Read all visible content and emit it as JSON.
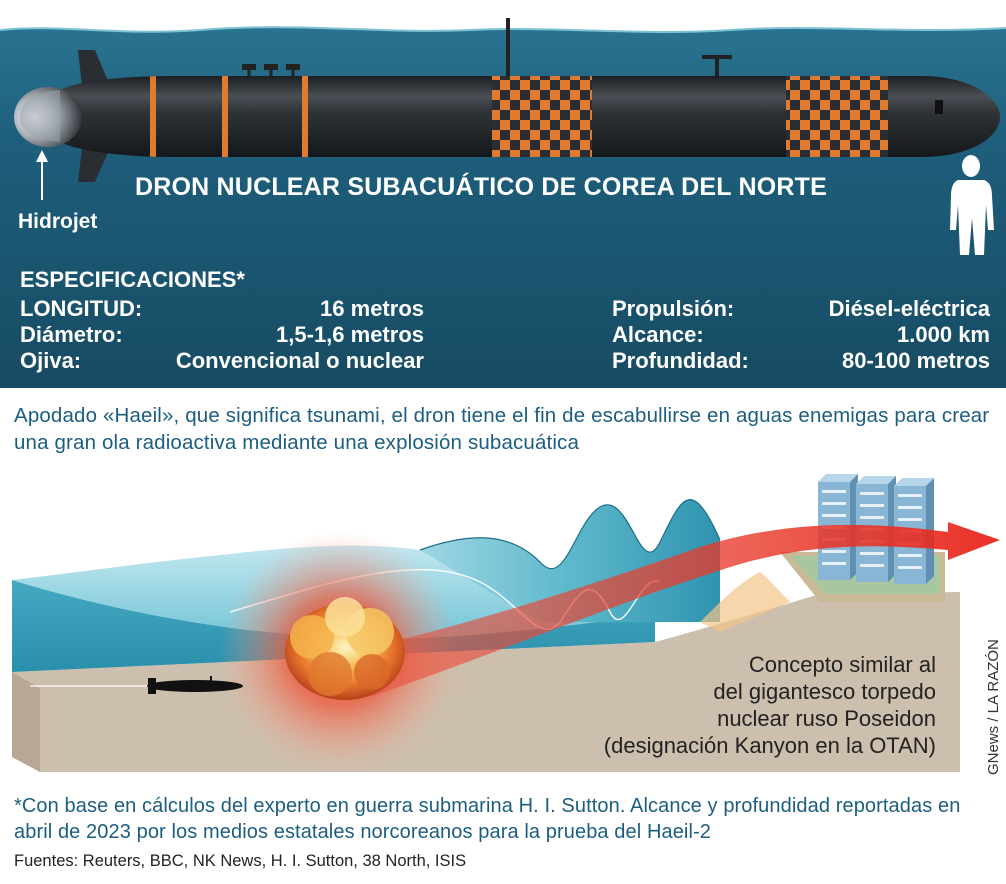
{
  "title": "DRON NUCLEAR SUBACUÁTICO DE COREA DEL NORTE",
  "hidrojet_label": "Hidrojet",
  "specs": {
    "heading": "ESPECIFICACIONES*",
    "left": [
      {
        "label": "LONGITUD:",
        "value": "16 metros"
      },
      {
        "label": "Diámetro:",
        "value": "1,5-1,6 metros"
      },
      {
        "label": "Ojiva:",
        "value": "Convencional o nuclear"
      }
    ],
    "right": [
      {
        "label": "Propulsión:",
        "value": "Diésel-eléctrica"
      },
      {
        "label": "Alcance:",
        "value": "1.000 km"
      },
      {
        "label": "Profundidad:",
        "value": "80-100 metros"
      }
    ]
  },
  "intro": "Apodado «Haeil», que significa tsunami, el dron tiene el fin de escabullirse en aguas enemigas para crear una gran ola radioactiva mediante una explosión subacuática",
  "concept": [
    "Concepto similar al",
    "del gigantesco torpedo",
    "nuclear ruso Poseidon",
    "(designación Kanyon en la OTAN)"
  ],
  "credit": "GNews / LA RAZÓN",
  "footnote": "*Con base en cálculos del experto en guerra submarina H. I. Sutton. Alcance y profundidad reportadas en abril de 2023 por los medios estatales norcoreanos para la prueba del Haeil-2",
  "sources": "Fuentes: Reuters, BBC, NK News, H. I. Sutton, 38 North, ISIS",
  "colors": {
    "panel": "#1c5b78",
    "accent_orange": "#e07a2e",
    "hull": "#2b2f33",
    "text_blue": "#1c5e80",
    "seabed": "#cdbfae",
    "water": "#3fa7bf"
  }
}
